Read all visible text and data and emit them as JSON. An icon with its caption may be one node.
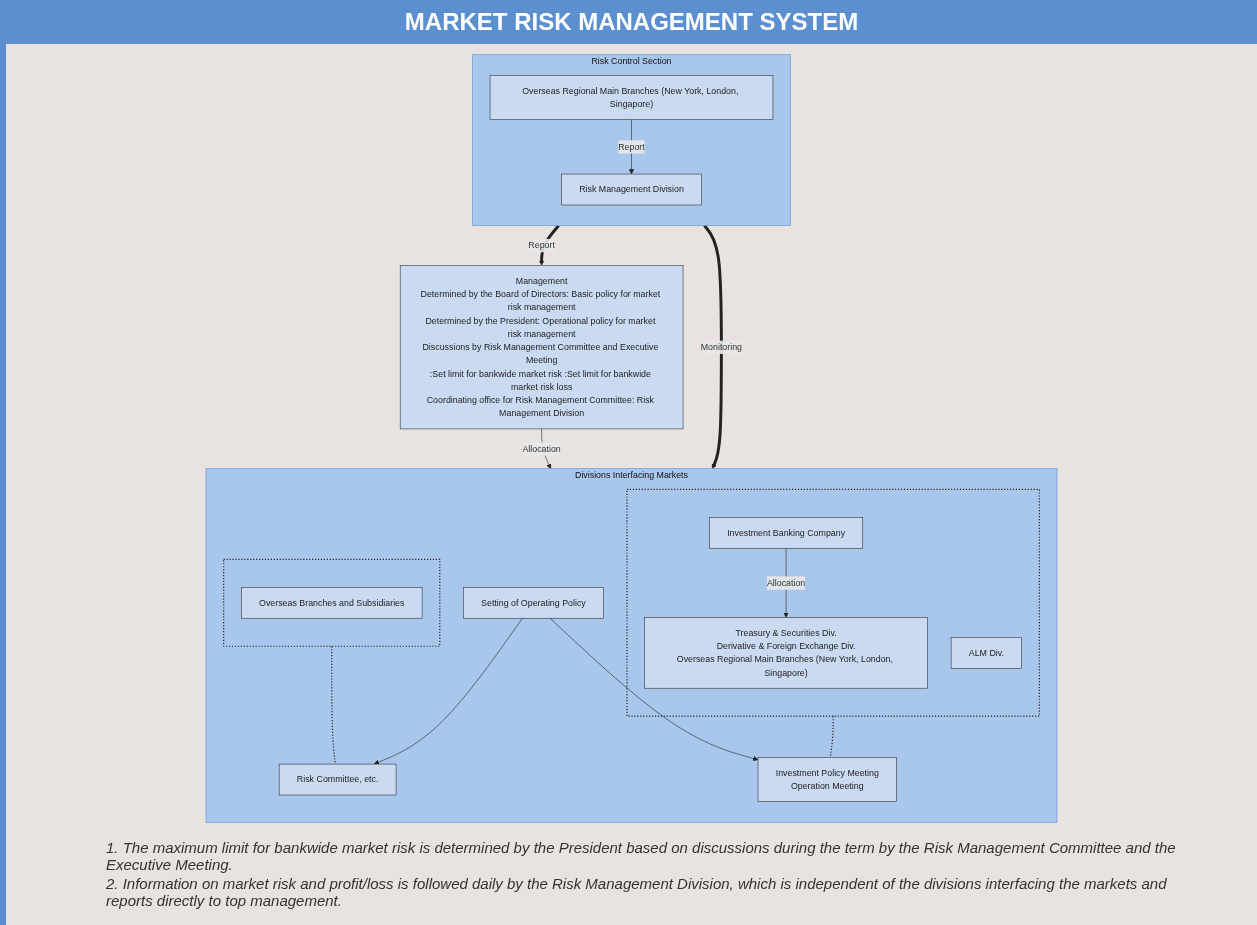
{
  "diagram": {
    "title": "MARKET RISK MANAGEMENT SYSTEM",
    "nodes": [
      {
        "text": [
          "Management",
          "Determined by the Board of Directors: Basic policy for market risk management",
          "Determined by the President: Operational policy for market risk management",
          "Discussions by Risk Management Committee and Executive Meeting",
          ":Set limit for bankwide market risk :Set limit for bankwide market risk loss",
          "Coordinating office for Risk Management Committee: Risk Management Division"
        ]
      },
      {
        "text": [
          "Risk Control Section"
        ]
      },
      {
        "text": [
          "Risk Management Division"
        ],
        "in": 1
      },
      {
        "text": [
          "Overseas Regional Main Branches (New York, London, Singapore)"
        ],
        "in": 1
      },
      {
        "text": [
          "Divisions Interfacing Markets"
        ]
      },
      {
        "text": [],
        "shape": "box",
        "in": 4
      },
      {
        "text": [
          "Investment Banking Company"
        ],
        "in": 5
      },
      {
        "text": [
          "ALM Div."
        ],
        "in": 5
      },
      {
        "text": [
          "Treasury & Securities Div.",
          "Derivative & Foreign Exchange Div.",
          "Overseas Regional Main Branches (New York, London, Singapore)"
        ],
        "in": 5
      },
      {
        "text": [],
        "shape": "box",
        "in": 4
      },
      {
        "text": [
          "Overseas Branches and Subsidiaries"
        ],
        "in": 9
      },
      {
        "text": [
          "Investment Policy Meeting",
          "Operation Meeting"
        ],
        "in": 4
      },
      {
        "text": [
          "Setting of Operating Policy"
        ],
        "in": 4
      },
      {
        "text": [
          "Risk Committee, etc."
        ],
        "in": 4
      }
    ],
    "edges": [
      {
        "from": 1,
        "to": 0,
        "arrow": "to",
        "label": "Report",
        "style": "thick"
      },
      {
        "from": 3,
        "to": 2,
        "arrow": "to",
        "label": "Report"
      },
      {
        "from": 0,
        "to": 4,
        "arrow": "to",
        "label": "Allocation"
      },
      {
        "from": 6,
        "to": 8,
        "arrow": "to",
        "label": "Allocation"
      },
      {
        "from": 1,
        "to": 4,
        "arrow": "to",
        "label": "Monitoring",
        "style": "thick"
      },
      {
        "from": 5,
        "to": 11,
        "arrow": "none",
        "style": "dashed"
      },
      {
        "from": 9,
        "to": 13,
        "arrow": "none",
        "style": "dashed"
      },
      {
        "from": 12,
        "to": 11,
        "arrow": "to"
      },
      {
        "from": 12,
        "to": 13,
        "arrow": "to"
      }
    ],
    "labels": [
      "1. The maximum limit for bankwide market risk is determined by the President based on discussions during the term by the Risk Management Committee and the Executive Meeting.",
      "2. Information on market risk and profit/loss is followed daily by the Risk Management Division, which is independent of the divisions interfacing the markets and reports directly to top management."
    ]
  }
}
